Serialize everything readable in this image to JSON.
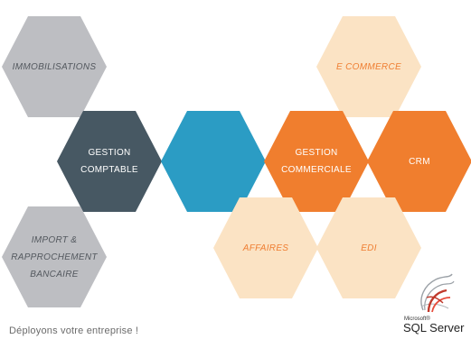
{
  "hexagons": {
    "immobilisations": {
      "label": "IMMOBILISATIONS"
    },
    "e_commerce": {
      "label": "E COMMERCE"
    },
    "gestion_comptable": {
      "label": "GESTION\nCOMPTABLE"
    },
    "center": {
      "label": ""
    },
    "gestion_commerciale": {
      "label": "GESTION\nCOMMERCIALE"
    },
    "crm": {
      "label": "CRM"
    },
    "import_rapprochement": {
      "label": "IMPORT &\nRAPPROCHEMENT\nBANCAIRE"
    },
    "affaires": {
      "label": "AFFAIRES"
    },
    "edi": {
      "label": "EDI"
    }
  },
  "tagline": "Déployons votre entreprise !",
  "logo": {
    "brand": "Microsoft®",
    "product": "SQL Server"
  },
  "colors": {
    "grey": "#bdbec2",
    "dark": "#475863",
    "blue": "#2b9cc4",
    "orange": "#f07e2e",
    "peach": "#fbe3c4"
  }
}
